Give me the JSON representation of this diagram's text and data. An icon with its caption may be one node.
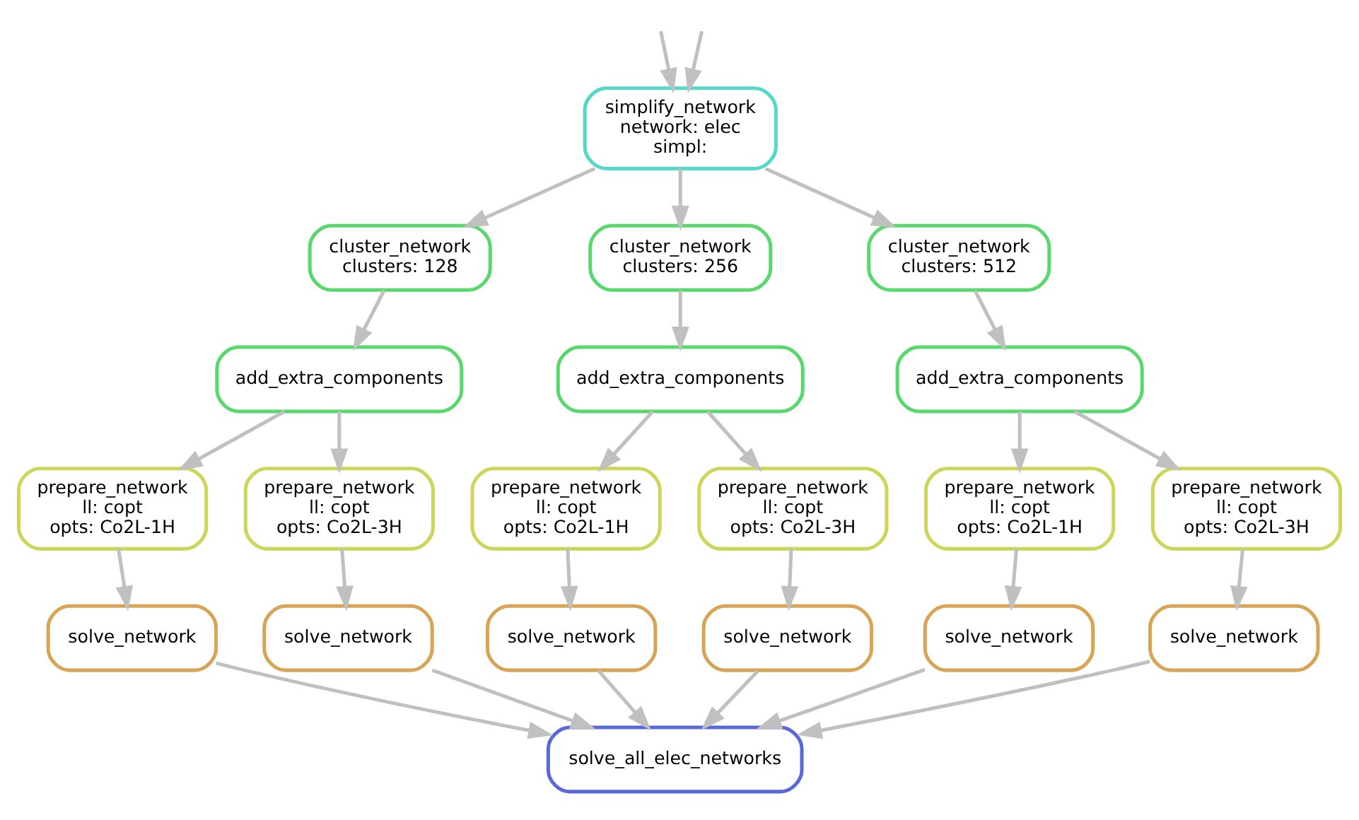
{
  "diagram": {
    "nodes": [
      {
        "text": [
          "simplify_network",
          "network: elec",
          "simpl:"
        ]
      },
      {
        "text": [
          "cluster_network",
          "clusters: 128"
        ]
      },
      {
        "text": [
          "cluster_network",
          "clusters: 256"
        ]
      },
      {
        "text": [
          "cluster_network",
          "clusters: 512"
        ]
      },
      {
        "text": [
          "add_extra_components"
        ]
      },
      {
        "text": [
          "add_extra_components"
        ]
      },
      {
        "text": [
          "add_extra_components"
        ]
      },
      {
        "text": [
          "prepare_network",
          "ll: copt",
          "opts: Co2L-1H"
        ]
      },
      {
        "text": [
          "prepare_network",
          "ll: copt",
          "opts: Co2L-3H"
        ]
      },
      {
        "text": [
          "prepare_network",
          "ll: copt",
          "opts: Co2L-1H"
        ]
      },
      {
        "text": [
          "prepare_network",
          "ll: copt",
          "opts: Co2L-3H"
        ]
      },
      {
        "text": [
          "prepare_network",
          "ll: copt",
          "opts: Co2L-1H"
        ]
      },
      {
        "text": [
          "prepare_network",
          "ll: copt",
          "opts: Co2L-3H"
        ]
      },
      {
        "text": [
          "solve_network"
        ]
      },
      {
        "text": [
          "solve_network"
        ]
      },
      {
        "text": [
          "solve_network"
        ]
      },
      {
        "text": [
          "solve_network"
        ]
      },
      {
        "text": [
          "solve_network"
        ]
      },
      {
        "text": [
          "solve_network"
        ]
      },
      {
        "text": [
          "solve_all_elec_networks"
        ]
      }
    ],
    "edges": [
      {
        "from": null,
        "to": 0,
        "arrow": "to"
      },
      {
        "from": null,
        "to": 0,
        "arrow": "to"
      },
      {
        "from": 0,
        "to": 1,
        "arrow": "to"
      },
      {
        "from": 0,
        "to": 2,
        "arrow": "to"
      },
      {
        "from": 0,
        "to": 3,
        "arrow": "to"
      },
      {
        "from": 1,
        "to": 4,
        "arrow": "to"
      },
      {
        "from": 2,
        "to": 5,
        "arrow": "to"
      },
      {
        "from": 3,
        "to": 6,
        "arrow": "to"
      },
      {
        "from": 4,
        "to": 7,
        "arrow": "to"
      },
      {
        "from": 4,
        "to": 8,
        "arrow": "to"
      },
      {
        "from": 5,
        "to": 9,
        "arrow": "to"
      },
      {
        "from": 5,
        "to": 10,
        "arrow": "to"
      },
      {
        "from": 6,
        "to": 11,
        "arrow": "to"
      },
      {
        "from": 6,
        "to": 12,
        "arrow": "to"
      },
      {
        "from": 7,
        "to": 13,
        "arrow": "to"
      },
      {
        "from": 8,
        "to": 14,
        "arrow": "to"
      },
      {
        "from": 9,
        "to": 15,
        "arrow": "to"
      },
      {
        "from": 10,
        "to": 16,
        "arrow": "to"
      },
      {
        "from": 11,
        "to": 17,
        "arrow": "to"
      },
      {
        "from": 12,
        "to": 18,
        "arrow": "to"
      },
      {
        "from": 13,
        "to": 19,
        "arrow": "to"
      },
      {
        "from": 14,
        "to": 19,
        "arrow": "to"
      },
      {
        "from": 15,
        "to": 19,
        "arrow": "to"
      },
      {
        "from": 16,
        "to": 19,
        "arrow": "to"
      },
      {
        "from": 17,
        "to": 19,
        "arrow": "to"
      },
      {
        "from": 18,
        "to": 19,
        "arrow": "to"
      }
    ]
  }
}
